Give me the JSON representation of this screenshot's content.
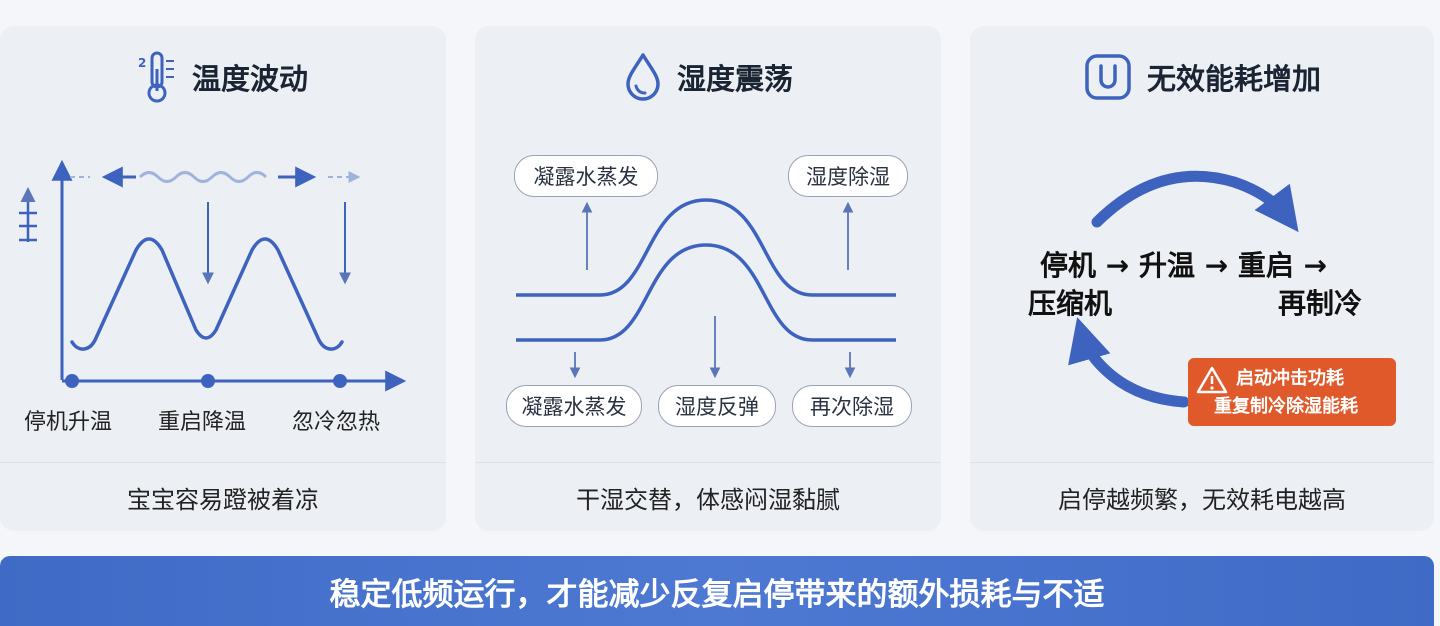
{
  "panels": [
    {
      "title": "温度波动",
      "icon": "thermometer-icon",
      "axis_labels": [
        "停机升温",
        "重启降温",
        "忽冷忽热"
      ],
      "footer": "宝宝容易蹬被着凉"
    },
    {
      "title": "湿度震荡",
      "icon": "water-drop-icon",
      "top_labels": [
        "凝露水蒸发",
        "湿度除湿"
      ],
      "bottom_labels": [
        "凝露水蒸发",
        "湿度反弹",
        "再次除湿"
      ],
      "footer": "干湿交替，体感闷湿黏腻"
    },
    {
      "title": "无效能耗增加",
      "icon": "power-socket-icon",
      "cycle_text": {
        "line1": "停机 → 升温 → 重启 →",
        "line2_left": "压缩机",
        "line2_right": "再制冷"
      },
      "warning": {
        "line1": "启动冲击功耗",
        "line2": "重复制冷除湿能耗"
      },
      "footer": "启停越频繁，无效耗电越高"
    }
  ],
  "banner": "稳定低频运行，才能减少反复启停带来的额外损耗与不适",
  "colors": {
    "accent": "#3d63bf",
    "warning": "#e0592a",
    "card_bg": "#eceff4"
  }
}
